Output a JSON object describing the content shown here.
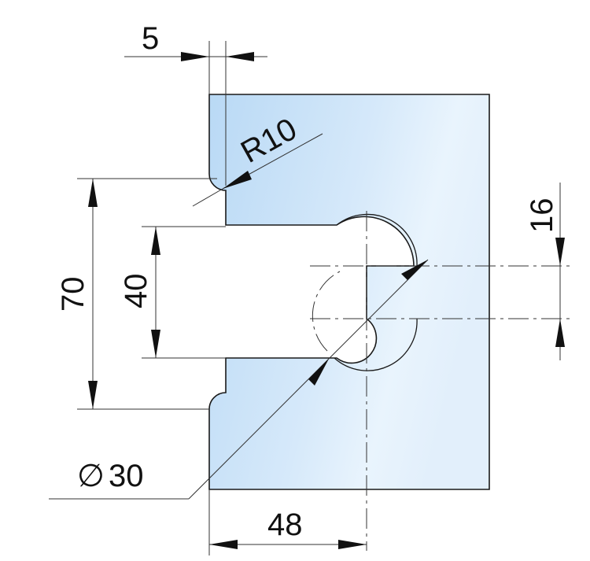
{
  "dimensions": {
    "edge_offset": "5",
    "radius": "R10",
    "notch_height": "70",
    "slot_height": "40",
    "hole_offset": "16",
    "hole_diameter_symbol": "∅",
    "hole_diameter": "30",
    "hole_center_distance": "48"
  },
  "colors": {
    "glass_light": "#e9f4fd",
    "glass_dark": "#b9d9f5",
    "line": "#1a1a1a"
  }
}
